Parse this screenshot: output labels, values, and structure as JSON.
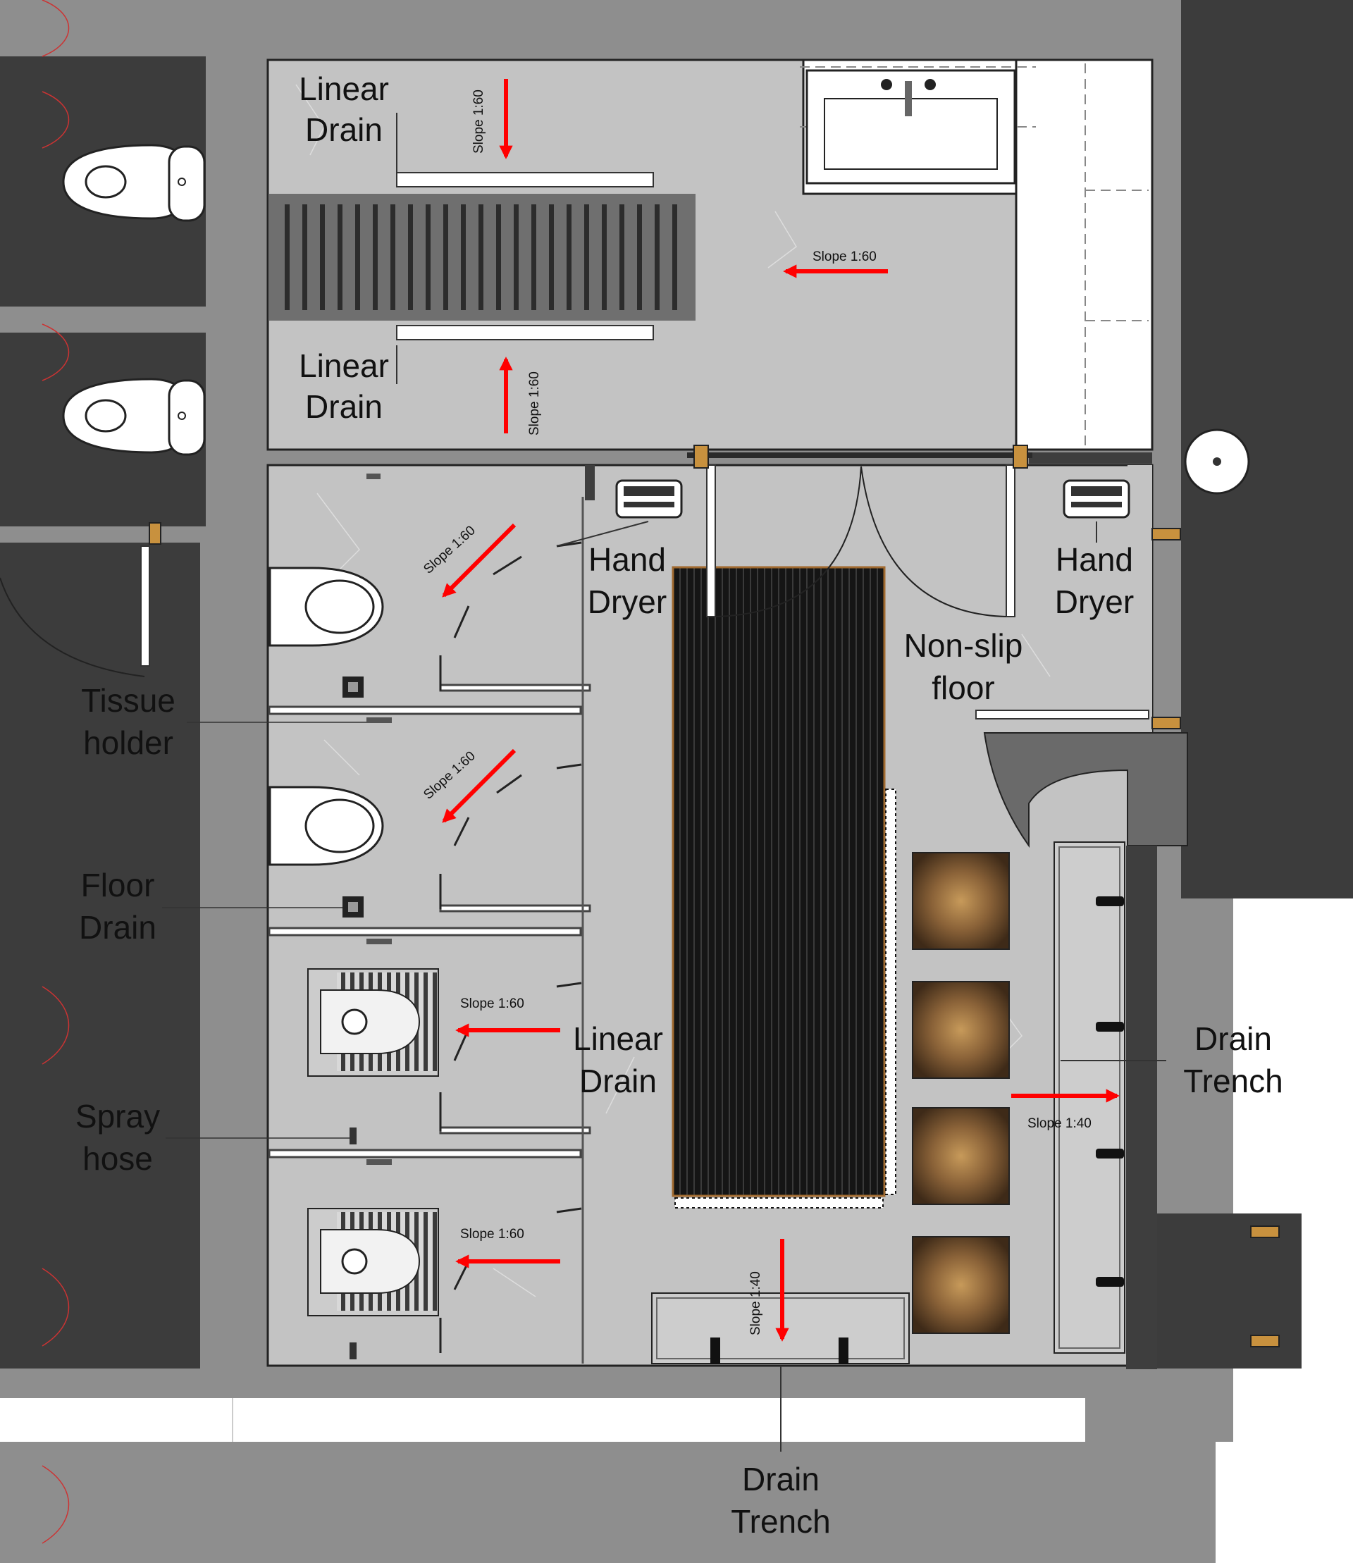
{
  "labels": {
    "linear_drain_top_1": "Linear",
    "linear_drain_top_2": "Drain",
    "linear_drain_mid_1": "Linear",
    "linear_drain_mid_2": "Drain",
    "hand_dryer_left_1": "Hand",
    "hand_dryer_left_2": "Dryer",
    "hand_dryer_right_1": "Hand",
    "hand_dryer_right_2": "Dryer",
    "non_slip_1": "Non-slip",
    "non_slip_2": "floor",
    "tissue_1": "Tissue",
    "tissue_2": "holder",
    "floor_drain_1": "Floor",
    "floor_drain_2": "Drain",
    "linear_drain_center_1": "Linear",
    "linear_drain_center_2": "Drain",
    "spray_1": "Spray",
    "spray_2": "hose",
    "drain_trench_right_1": "Drain",
    "drain_trench_right_2": "Trench",
    "drain_trench_bottom_1": "Drain",
    "drain_trench_bottom_2": "Trench"
  },
  "slopes": {
    "top_vertical": "Slope 1:60",
    "top_horizontal": "Slope 1:60",
    "upper_vertical": "Slope 1:60",
    "stall1": "Slope 1:60",
    "stall2": "Slope 1:60",
    "stall3": "Slope 1:60",
    "stall4": "Slope 1:60",
    "trench_right": "Slope 1:40",
    "trench_bottom": "Slope 1:40"
  },
  "colors": {
    "floor": "#c3c3c3",
    "wall": "#3e3e3e",
    "arrow": "#ff0000",
    "mat": "#161616",
    "marble": "#7a5a32",
    "hinge": "#c8913e"
  }
}
